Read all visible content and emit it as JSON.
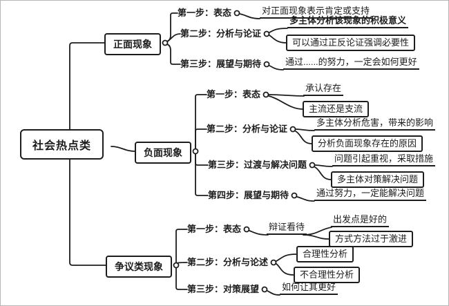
{
  "root": {
    "label": "社会热点类"
  },
  "branches": [
    {
      "label": "正面现象",
      "steps": [
        {
          "label": "第一步：表态",
          "children": [
            {
              "text": "对正面现象表示肯定或支持"
            }
          ]
        },
        {
          "label": "第二步：分析与论证",
          "children": [
            {
              "text": "多主体分析该现象的积极意义"
            },
            {
              "text": "可以通过正反论证强调必要性"
            }
          ]
        },
        {
          "label": "第三步：展望与期待",
          "children": [
            {
              "text": "通过......的努力，一定会如何更好"
            }
          ]
        }
      ]
    },
    {
      "label": "负面现象",
      "steps": [
        {
          "label": "第一步：表态",
          "children": [
            {
              "text": "承认存在"
            },
            {
              "text": "主流还是支流"
            }
          ]
        },
        {
          "label": "第二步：分析与论证",
          "children": [
            {
              "text": "多主体分析危害，带来的影响"
            },
            {
              "text": "分析负面现象存在的原因"
            }
          ]
        },
        {
          "label": "第三步：过渡与解决问题",
          "children": [
            {
              "text": "问题引起重视，采取措施"
            },
            {
              "text": "多主体对策解决问题"
            }
          ]
        },
        {
          "label": "第四步：展望与期待",
          "children": [
            {
              "text": "通过努力，一定能解决问题"
            }
          ]
        }
      ]
    },
    {
      "label": "争议类现象",
      "steps": [
        {
          "label": "第一步：表态",
          "children": [
            {
              "text": "辩证看待",
              "children": [
                {
                  "text": "出发点是好的"
                },
                {
                  "text": "方式方法过于激进"
                }
              ]
            }
          ]
        },
        {
          "label": "第二步：分析与论述",
          "children": [
            {
              "text": "合理性分析"
            },
            {
              "text": "不合理性分析"
            }
          ]
        },
        {
          "label": "第三步：对策展望",
          "children": [
            {
              "text": "如何让其更好"
            }
          ]
        }
      ]
    }
  ],
  "style": {
    "line_color": "#1c1c1c",
    "background": "#ffffff"
  }
}
